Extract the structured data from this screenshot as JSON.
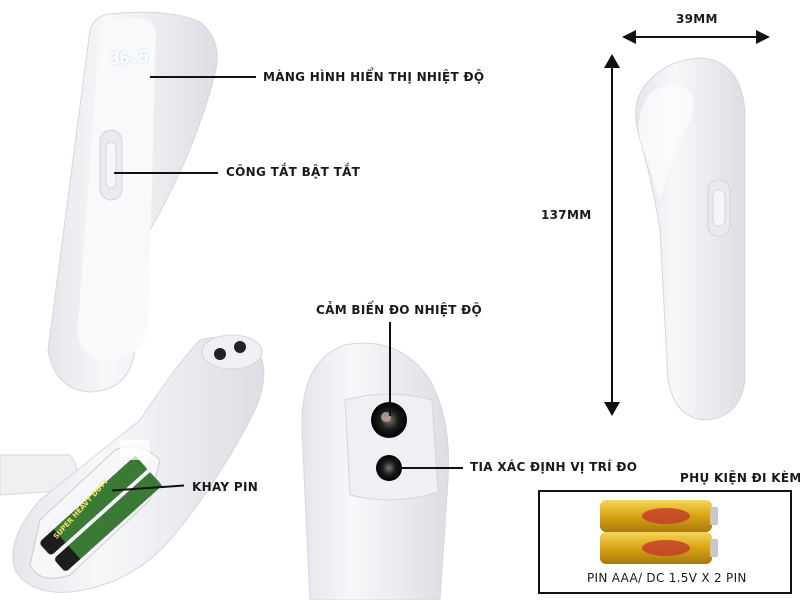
{
  "labels": {
    "display": "MÀNG HÌNH HIỂN THỊ NHIỆT ĐỘ",
    "switch": "CÔNG TẮT BẬT TẮT",
    "sensor": "CẢM BIẾN ĐO NHIỆT ĐỘ",
    "laser": "TIA XÁC ĐỊNH VỊ TRÍ ĐO",
    "battery_tray": "KHAY PIN",
    "accessories": "PHỤ KIỆN ĐI KÈM",
    "battery_spec": "PIN AAA/ DC 1.5V X 2 PIN"
  },
  "dimensions": {
    "width": "39MM",
    "height": "137MM"
  },
  "display_reading": "36.5",
  "battery_text": "SUPER HEAVY DUTY",
  "colors": {
    "body": "#f2f3f5",
    "shadow": "#d9dbe0",
    "battery_gold": "#e2b21c",
    "battery_green": "#2f6b2f",
    "line": "#111111"
  }
}
